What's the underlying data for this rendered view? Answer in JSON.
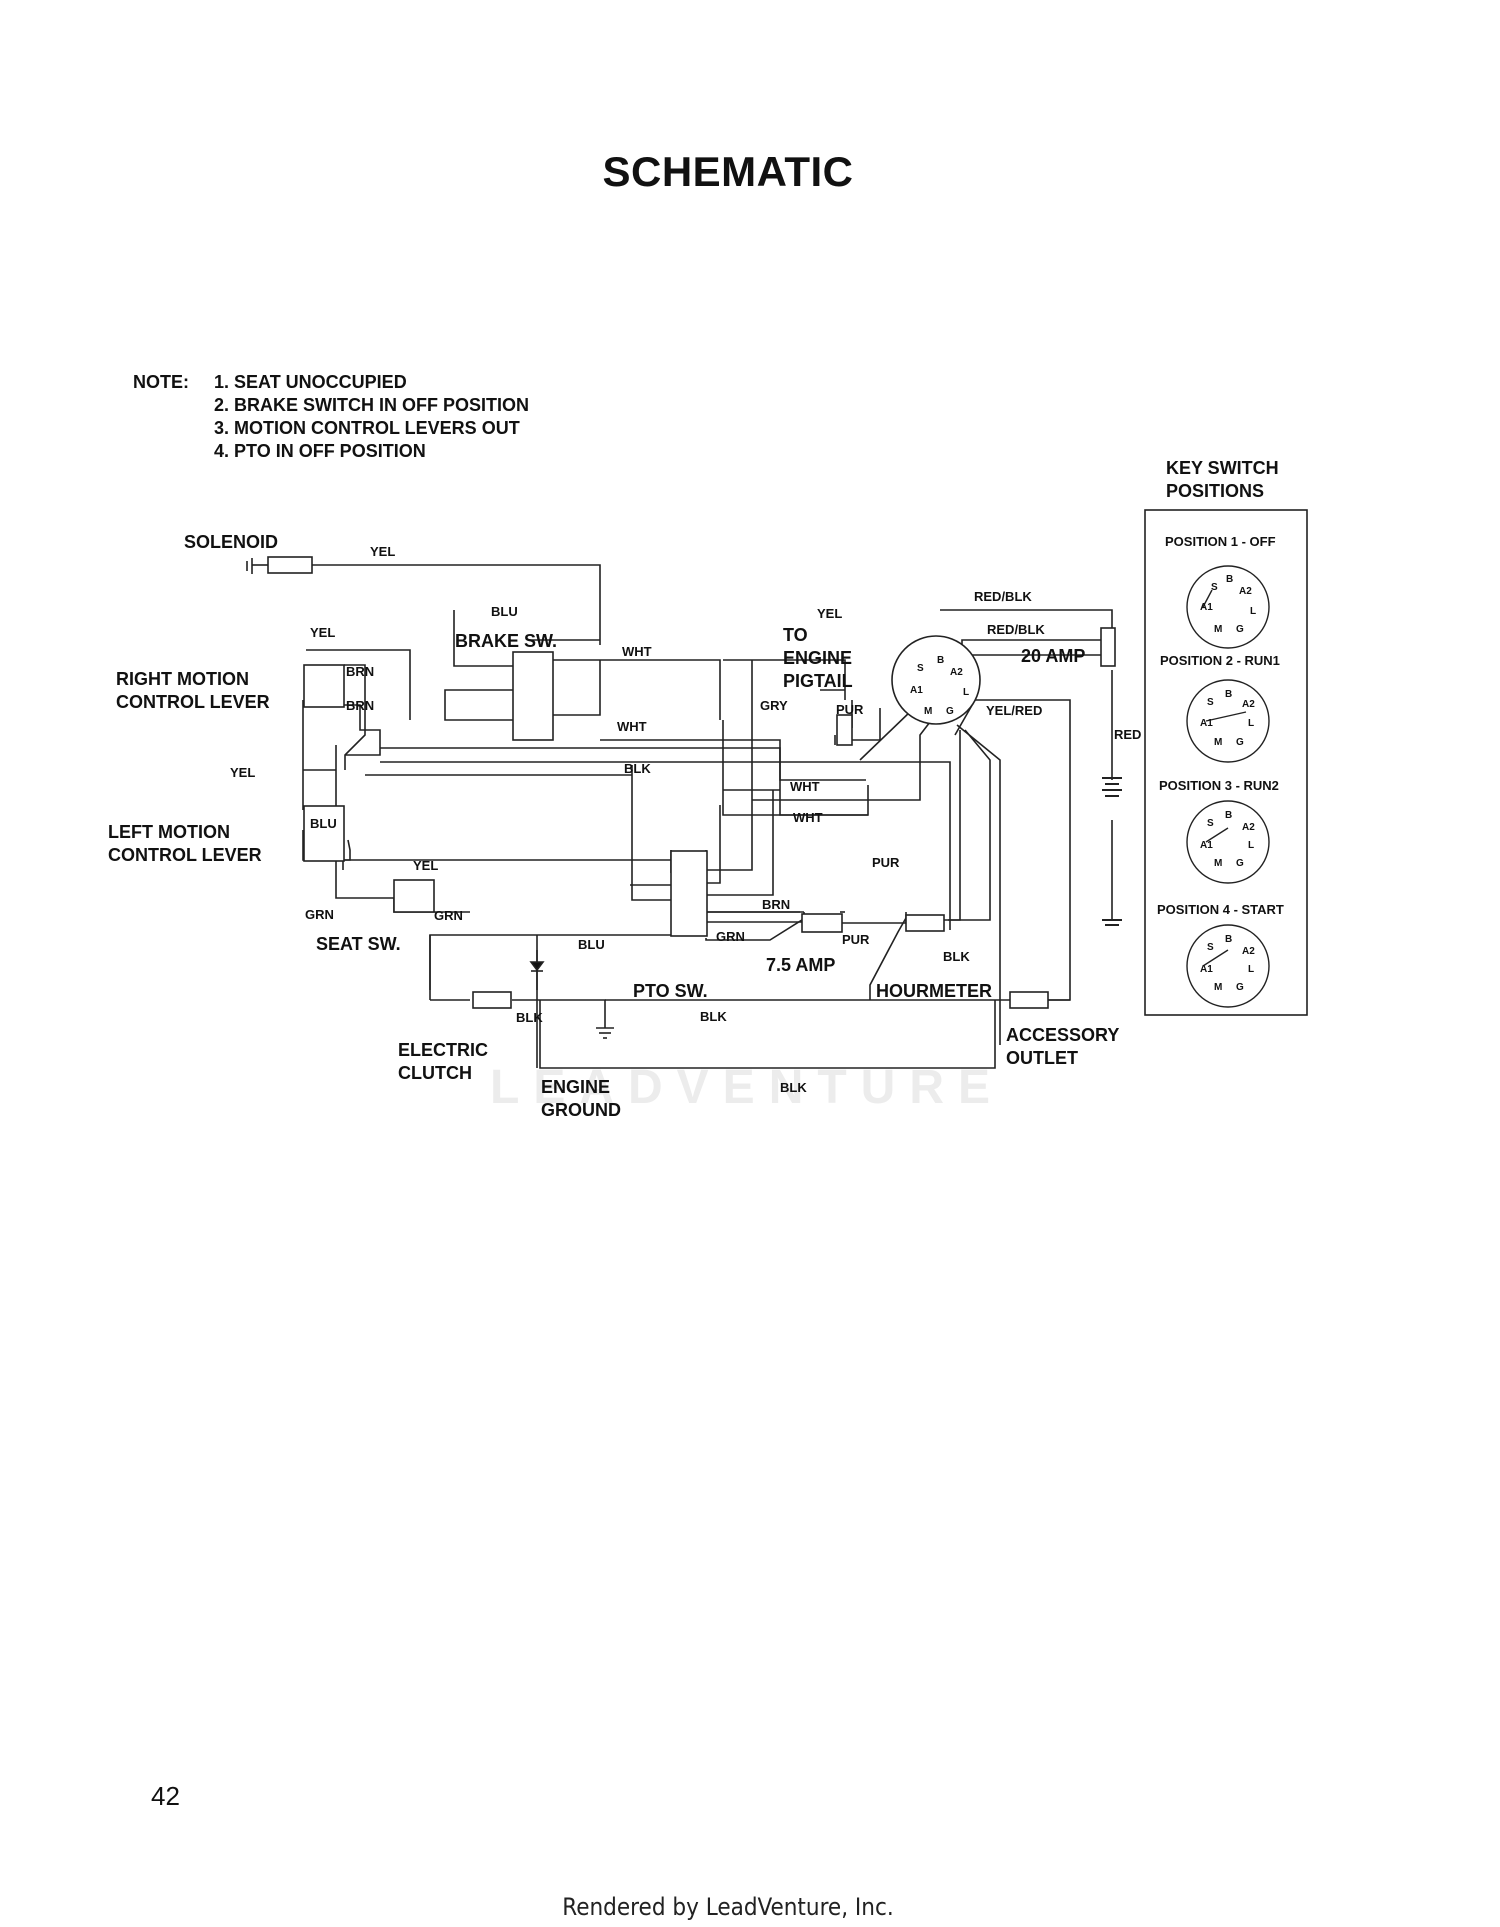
{
  "page": {
    "title": "SCHEMATIC",
    "page_number": "42",
    "footer": "Rendered by LeadVenture, Inc.",
    "watermark": "LEADVENTURE"
  },
  "notes": {
    "label": "NOTE:",
    "items": [
      "1. SEAT UNOCCUPIED",
      "2. BRAKE SWITCH IN OFF POSITION",
      "3. MOTION CONTROL LEVERS OUT",
      "4. PTO IN OFF POSITION"
    ]
  },
  "components": {
    "solenoid": "SOLENOID",
    "brake_sw": "BRAKE SW.",
    "right_lever_1": "RIGHT MOTION",
    "right_lever_2": "CONTROL LEVER",
    "left_lever_1": "LEFT MOTION",
    "left_lever_2": "CONTROL LEVER",
    "seat_sw": "SEAT SW.",
    "pto_sw": "PTO SW.",
    "hourmeter": "HOURMETER",
    "engine_pigtail_1": "TO",
    "engine_pigtail_2": "ENGINE",
    "engine_pigtail_3": "PIGTAIL",
    "fuse_20": "20 AMP",
    "fuse_75": "7.5 AMP",
    "electric_clutch_1": "ELECTRIC",
    "electric_clutch_2": "CLUTCH",
    "engine_ground_1": "ENGINE",
    "engine_ground_2": "GROUND",
    "accessory_outlet_1": "ACCESSORY",
    "accessory_outlet_2": "OUTLET"
  },
  "wire_labels": {
    "yel_solenoid": "YEL",
    "blu_brake": "BLU",
    "yel_right": "YEL",
    "brn_1": "BRN",
    "brn_2": "BRN",
    "wht_1": "WHT",
    "wht_2": "WHT",
    "wht_3": "WHT",
    "wht_4": "WHT",
    "yel_pigtail": "YEL",
    "gry": "GRY",
    "pur_1": "PUR",
    "pur_2": "PUR",
    "pur_3": "PUR",
    "red_blk_1": "RED/BLK",
    "red_blk_2": "RED/BLK",
    "yel_red": "YEL/RED",
    "red": "RED",
    "blk_1": "BLK",
    "blk_2": "BLK",
    "blk_3": "BLK",
    "blk_4": "BLK",
    "blk_5": "BLK",
    "yel_left": "YEL",
    "blu_left": "BLU",
    "yel_seat": "YEL",
    "grn_1": "GRN",
    "grn_2": "GRN",
    "grn_3": "GRN",
    "brn_3": "BRN",
    "blu_3": "BLU"
  },
  "key_switch": {
    "title_1": "KEY SWITCH",
    "title_2": "POSITIONS",
    "positions": [
      "POSITION 1 - OFF",
      "POSITION 2 - RUN1",
      "POSITION 3 - RUN2",
      "POSITION 4 - START"
    ],
    "terminals": [
      "S",
      "B",
      "A2",
      "A1",
      "L",
      "M",
      "G"
    ]
  }
}
